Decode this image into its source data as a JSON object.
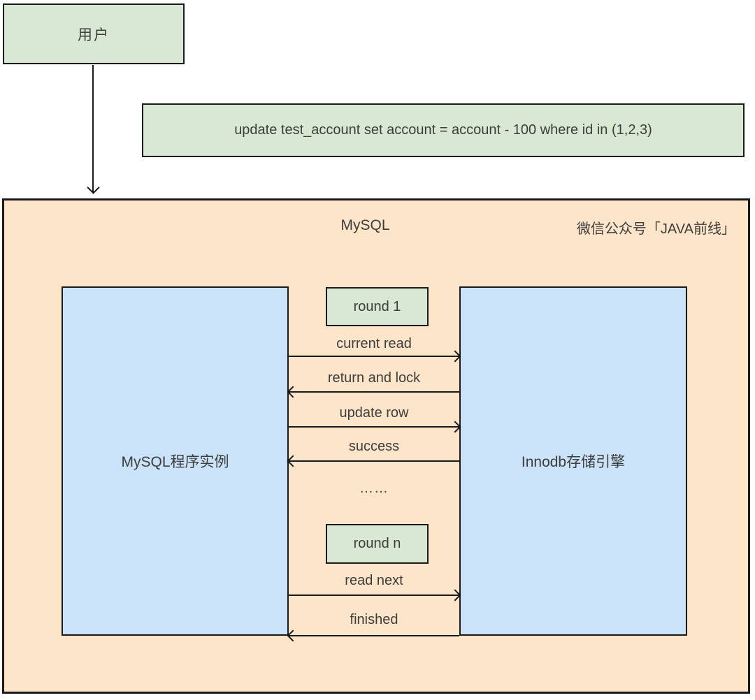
{
  "diagram": {
    "user_box_label": "用户",
    "sql_statement": "update test_account set account = account - 100 where id in (1,2,3)",
    "container_title": "MySQL",
    "watermark": "微信公众号「JAVA前线」",
    "server_box_label": "MySQL程序实例",
    "engine_box_label": "Innodb存储引擎",
    "round1_label": "round 1",
    "roundn_label": "round n",
    "messages": {
      "current_read": "current read",
      "return_and_lock": "return and lock",
      "update_row": "update row",
      "success": "success",
      "ellipsis": "……",
      "read_next": "read next",
      "finished": "finished"
    }
  },
  "colors": {
    "green_fill": "#d8e8d2",
    "orange_fill": "#fde5c9",
    "blue_fill": "#cbe3f8",
    "border": "#1a1a1a",
    "text": "#3d3d3d"
  }
}
